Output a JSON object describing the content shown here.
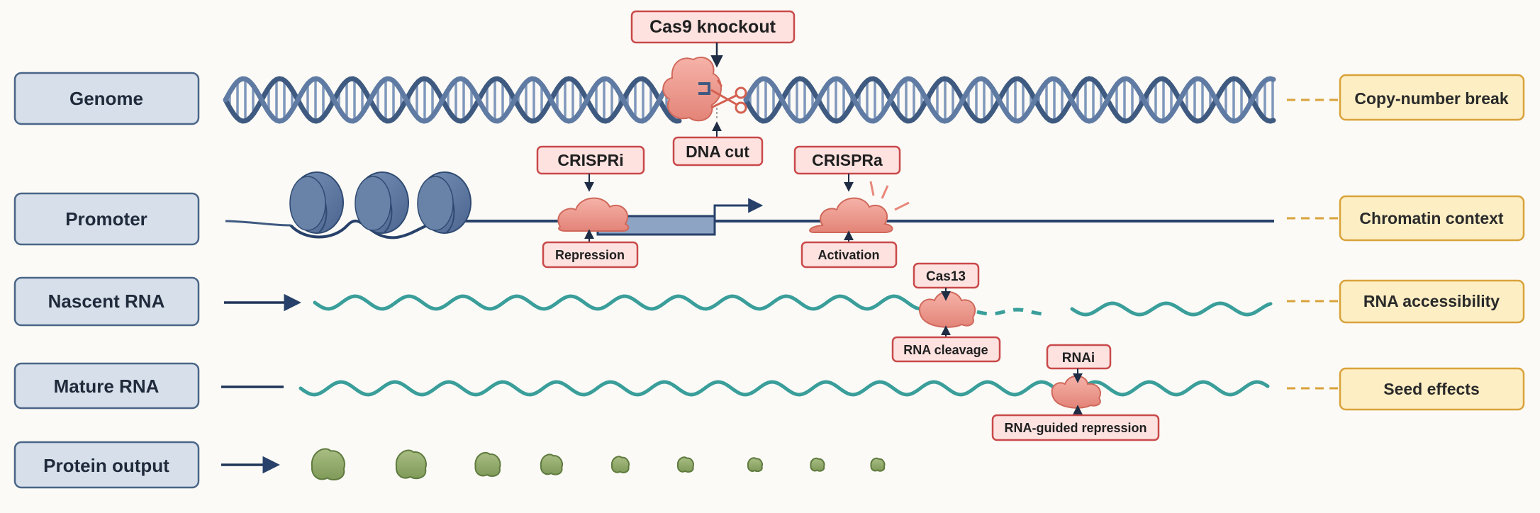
{
  "rows": [
    {
      "id": "genome",
      "label": "Genome",
      "note": "Copy-number break"
    },
    {
      "id": "promoter",
      "label": "Promoter",
      "note": "Chromatin context"
    },
    {
      "id": "nascent",
      "label": "Nascent RNA",
      "note": "RNA accessibility"
    },
    {
      "id": "mature",
      "label": "Mature RNA",
      "note": "Seed effects"
    },
    {
      "id": "protein",
      "label": "Protein output"
    }
  ],
  "tags": {
    "cas9": "Cas9 knockout",
    "dna_cut": "DNA cut",
    "crispri": "CRISPRi",
    "repression": "Repression",
    "crispra": "CRISPRa",
    "activation": "Activation",
    "cas13": "Cas13",
    "rna_cleavage": "RNA cleavage",
    "rnai": "RNAi",
    "rna_guided_repression": "RNA-guided repression"
  },
  "colors": {
    "label_fill": "#d6dfea",
    "label_stroke": "#4a6587",
    "note_fill": "#fdeec4",
    "note_stroke": "#d9a23a",
    "tag_fill": "#fde2e0",
    "tag_stroke": "#c9494a",
    "dna": "#3f5a80",
    "rna": "#3a9e9a",
    "protein": "#8ea66a",
    "enzyme": "#ef9a8f",
    "nucleosome": "#5a76a0"
  }
}
